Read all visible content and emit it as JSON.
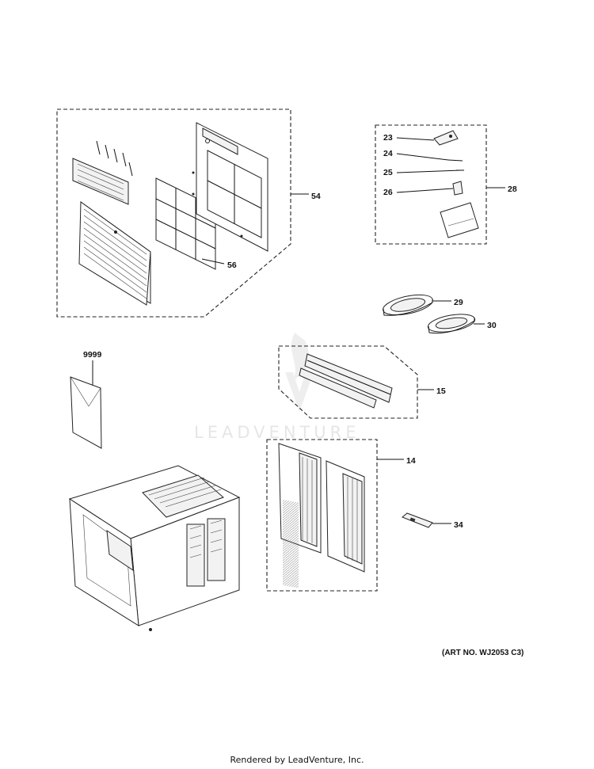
{
  "watermark": "LEADVENTURE",
  "callouts": {
    "c23": "23",
    "c24": "24",
    "c25": "25",
    "c26": "26",
    "c28": "28",
    "c54": "54",
    "c56": "56",
    "c29": "29",
    "c30": "30",
    "c9999": "9999",
    "c15": "15",
    "c14": "14",
    "c34": "34"
  },
  "art_number": "(ART NO. WJ2053 C3)",
  "footer": "Rendered by LeadVenture, Inc."
}
